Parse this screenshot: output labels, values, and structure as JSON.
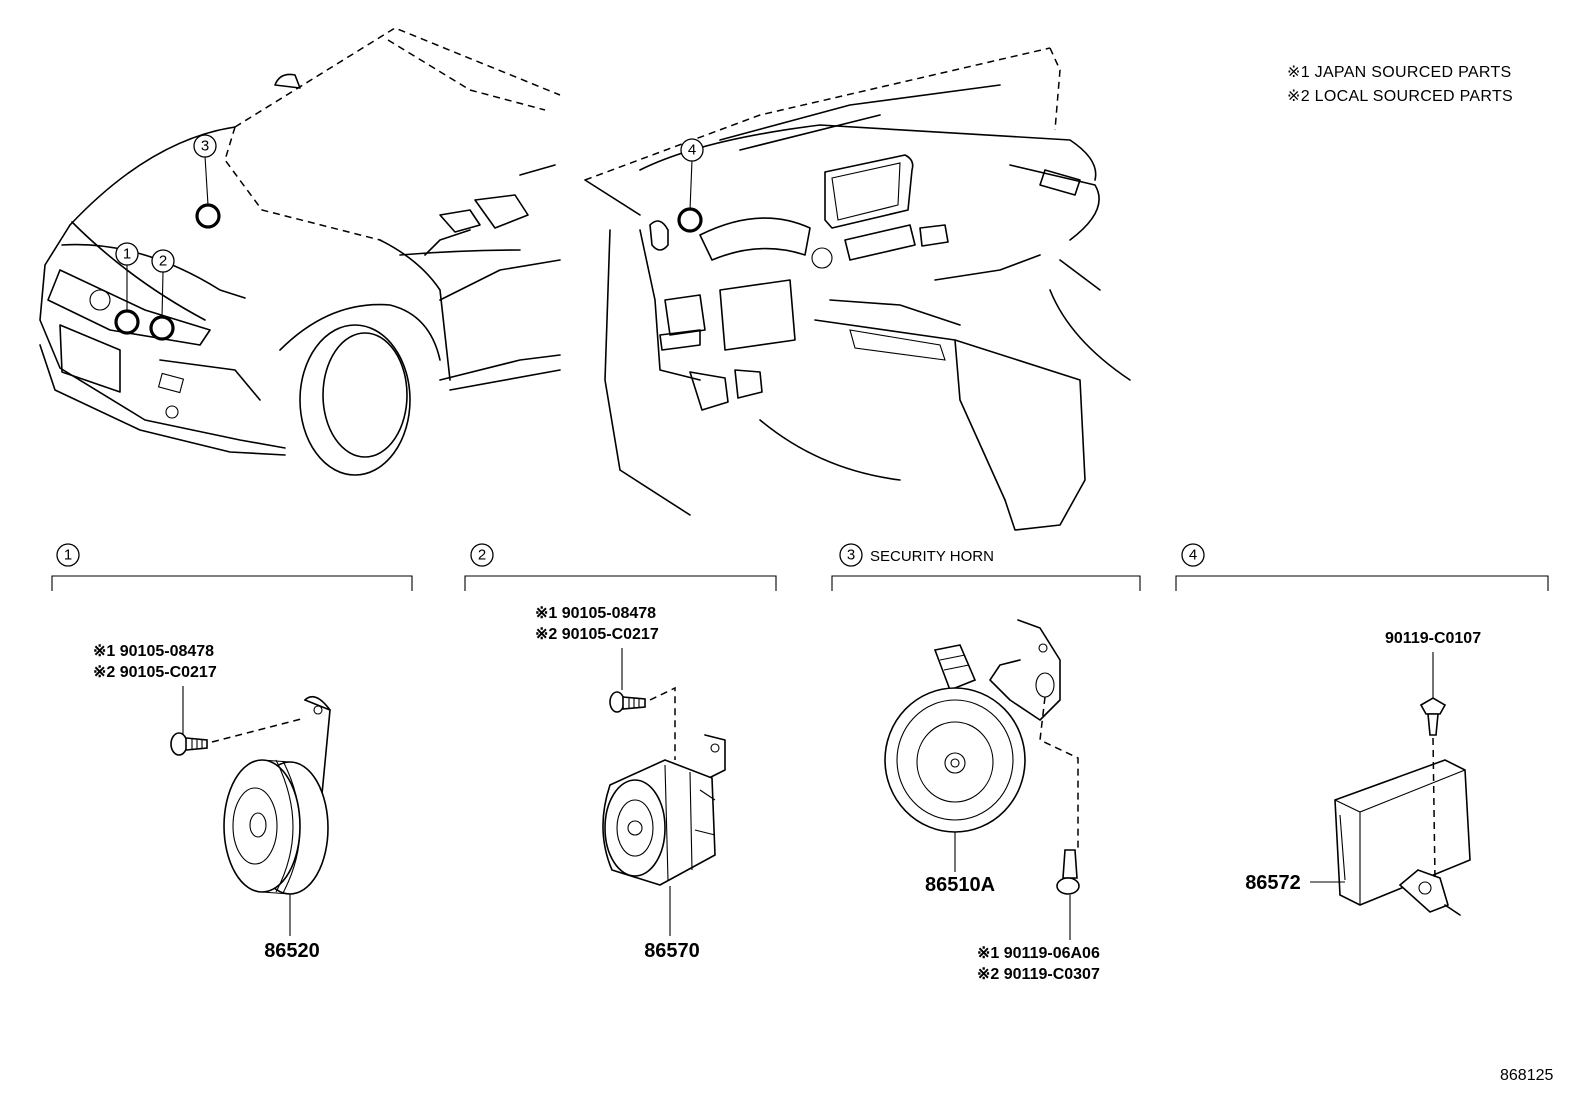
{
  "notes": [
    "※1 JAPAN SOURCED PARTS",
    "※2 LOCAL SOURCED PARTS"
  ],
  "callout_numbers": [
    "1",
    "2",
    "3",
    "4"
  ],
  "sections": [
    {
      "number": "1",
      "title": "",
      "parts": {
        "bolt_note_1": "※1 90105-08478",
        "bolt_note_2": "※2 90105-C0217",
        "part_number": "86520"
      }
    },
    {
      "number": "2",
      "title": "",
      "parts": {
        "bolt_note_1": "※1 90105-08478",
        "bolt_note_2": "※2 90105-C0217",
        "part_number": "86570"
      }
    },
    {
      "number": "3",
      "title": "SECURITY HORN",
      "parts": {
        "bolt_note_1": "※1 90119-06A06",
        "bolt_note_2": "※2 90119-C0307",
        "part_number": "86510A"
      }
    },
    {
      "number": "4",
      "title": "",
      "parts": {
        "bolt_note_1": "90119-C0107",
        "part_number": "86572"
      }
    }
  ],
  "diagram_ref": "868125"
}
